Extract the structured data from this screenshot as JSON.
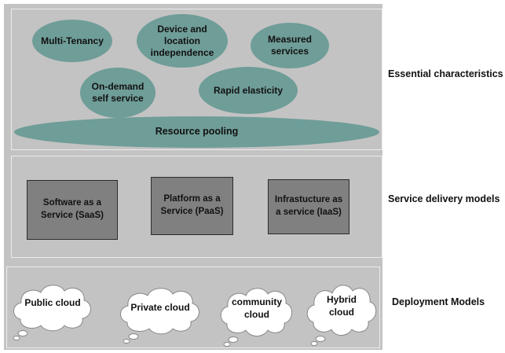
{
  "essential": {
    "label": "Essential characteristics",
    "items": {
      "multi_tenancy": "Multi-Tenancy",
      "device_location": "Device and location independence",
      "measured": "Measured services",
      "on_demand": "On-demand self service",
      "rapid": "Rapid elasticity",
      "pooling": "Resource pooling"
    }
  },
  "service": {
    "label": "Service delivery models",
    "items": {
      "saas": "Software as a Service (SaaS)",
      "paas": "Platform as a Service (PaaS)",
      "iaas": "Infrastucture as a service (IaaS)"
    }
  },
  "deployment": {
    "label": "Deployment Models",
    "items": {
      "public": "Public cloud",
      "private": "Private cloud",
      "community": "community cloud",
      "hybrid": "Hybrid cloud"
    }
  },
  "colors": {
    "background_panel": "#c3c3c3",
    "ellipse_fill": "#6f9d98",
    "box_fill": "#808080",
    "cloud_fill": "#ffffff"
  }
}
